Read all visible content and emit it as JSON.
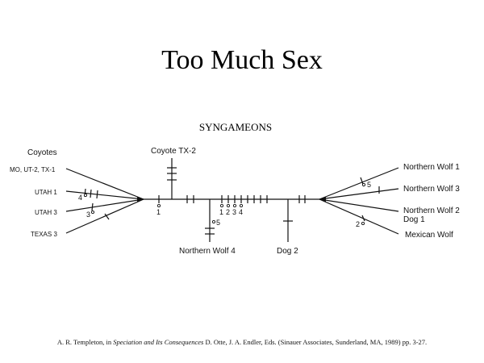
{
  "slide": {
    "title": "Too Much Sex",
    "subtitle": "SYNGAMEONS"
  },
  "tree": {
    "left_group_heading": "Coyotes",
    "left_leaves": [
      {
        "label": "MO, UT-2, TX-1"
      },
      {
        "label": "UTAH 1",
        "marker": "4"
      },
      {
        "label": "UTAH 3",
        "marker": "3"
      },
      {
        "label": "TEXAS 3"
      }
    ],
    "top_branch": {
      "label": "Coyote TX-2"
    },
    "bottom_branches": [
      {
        "label": "Northern Wolf 4",
        "marker": "5"
      },
      {
        "label": "Dog 2"
      }
    ],
    "backbone_markers": [
      "1",
      "1",
      "2",
      "3",
      "4"
    ],
    "right_leaves": [
      {
        "label": "Northern Wolf 1",
        "marker": "5"
      },
      {
        "label": "Northern Wolf 3"
      },
      {
        "label": "Northern Wolf 2"
      },
      {
        "label": "Dog 1"
      },
      {
        "label": "Mexican Wolf",
        "marker": "2"
      }
    ]
  },
  "citation": {
    "prefix": "A. R. Templeton, in ",
    "book": "Speciation and Its Consequences",
    "suffix": " D. Otte, J. A. Endler, Eds. (Sinauer Associates, Sunderland, MA, 1989) pp. 3-27."
  }
}
